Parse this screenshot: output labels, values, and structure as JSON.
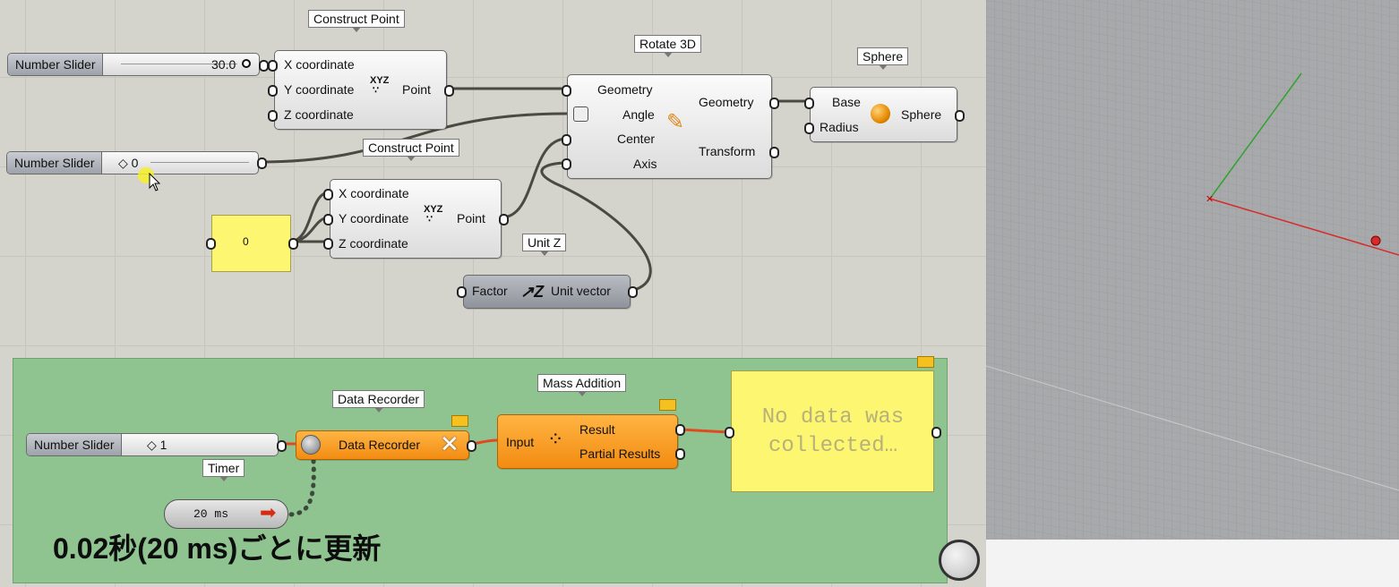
{
  "canvas": {
    "components": {
      "slider_top": {
        "label": "Number Slider",
        "value": "30.0"
      },
      "construct_point_1": {
        "tag": "Construct Point",
        "inputs": [
          "X coordinate",
          "Y coordinate",
          "Z coordinate"
        ],
        "output": "Point",
        "icon": "xyz-point-icon"
      },
      "slider_angle": {
        "label": "Number Slider",
        "value": "◇ 0"
      },
      "construct_point_2": {
        "tag": "Construct Point",
        "inputs": [
          "X coordinate",
          "Y coordinate",
          "Z coordinate"
        ],
        "output": "Point",
        "icon": "xyz-point-icon"
      },
      "panel_zero": {
        "value": "0"
      },
      "unit_z": {
        "tag": "Unit Z",
        "input": "Factor",
        "output": "Unit vector",
        "icon": "unit-z-icon"
      },
      "rotate_3d": {
        "tag": "Rotate 3D",
        "inputs": [
          "Geometry",
          "Angle",
          "Center",
          "Axis"
        ],
        "outputs": [
          "Geometry",
          "Transform"
        ],
        "icon": "rotate-icon"
      },
      "sphere": {
        "tag": "Sphere",
        "inputs": [
          "Base",
          "Radius"
        ],
        "output": "Sphere",
        "icon": "sphere-icon"
      }
    },
    "group": {
      "slider": {
        "label": "Number Slider",
        "value": "◇ 1"
      },
      "timer": {
        "tag": "Timer",
        "value": "20 ms"
      },
      "data_recorder": {
        "tag": "Data Recorder",
        "label": "Data Recorder"
      },
      "mass_addition": {
        "tag": "Mass Addition",
        "input": "Input",
        "outputs": [
          "Result",
          "Partial Results"
        ]
      },
      "panel_output": {
        "text_line1": "No data was",
        "text_line2": "collected…"
      }
    },
    "caption": "0.02秒(20 ms)ごとに更新"
  },
  "colors": {
    "canvas": "#d4d3cc",
    "group": "#8fc491",
    "panel": "#fdf671",
    "orange_component": "#f6a02b",
    "viewport": "#a8a9ab",
    "x_axis": "#d62b2b",
    "y_axis": "#2fa32f"
  }
}
